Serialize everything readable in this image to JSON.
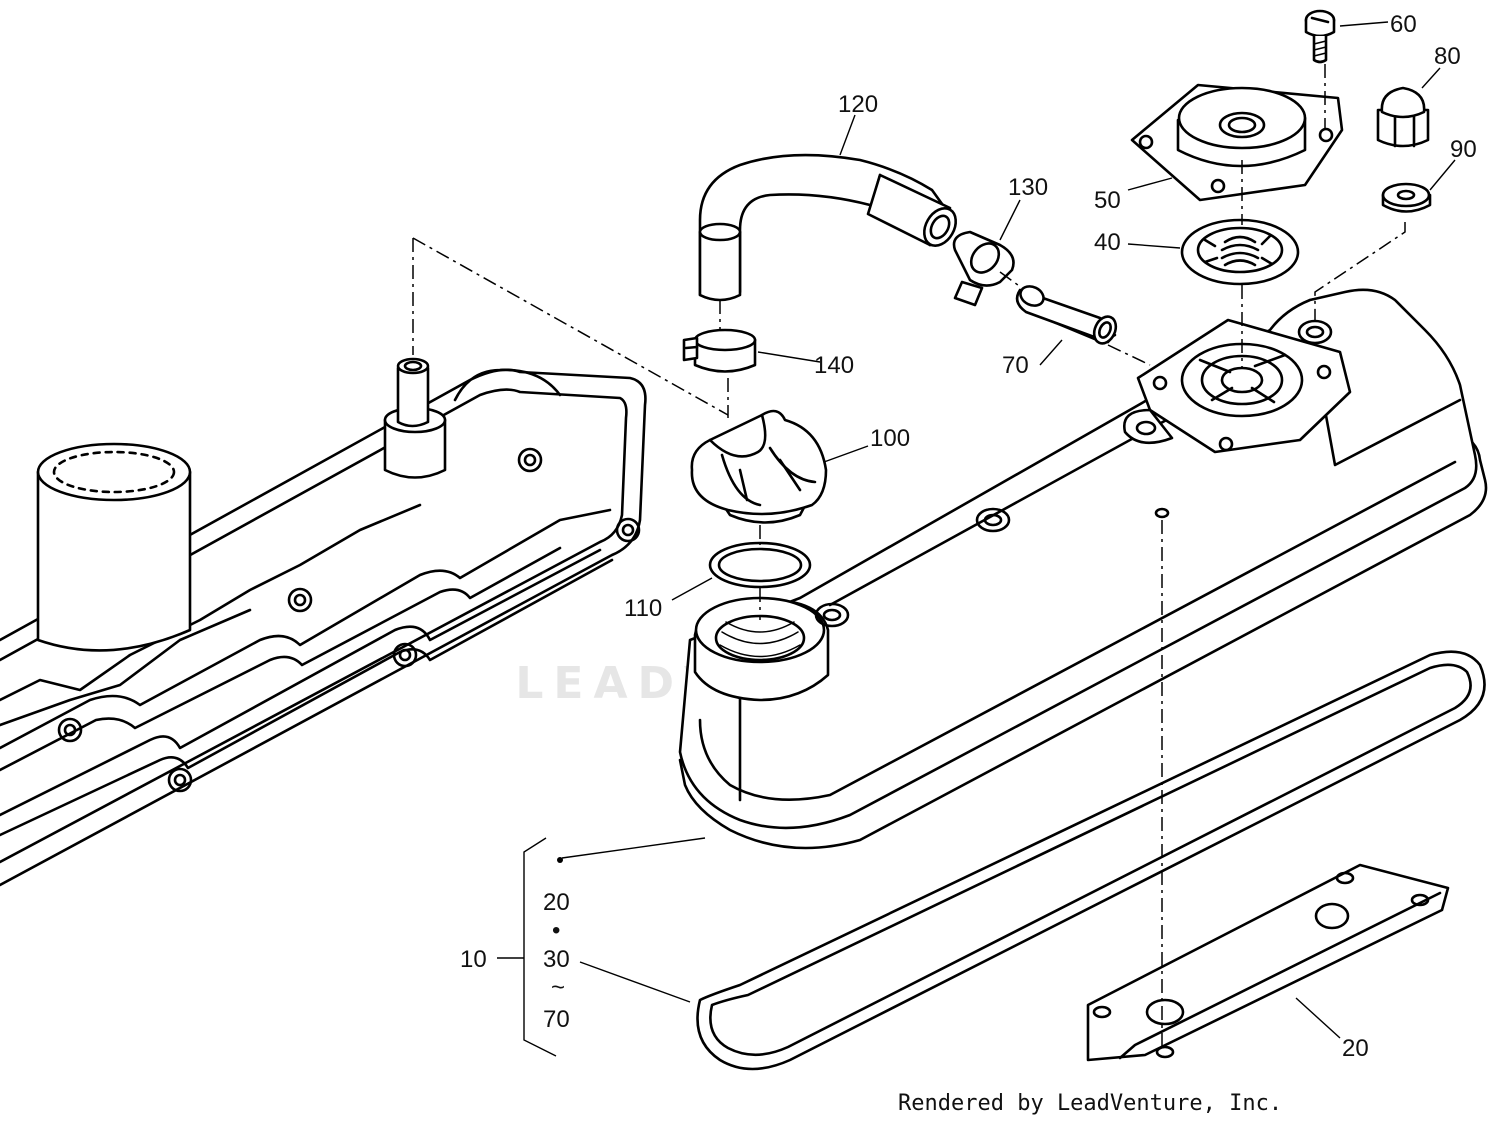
{
  "callouts": {
    "c10": "10",
    "c20a": "20",
    "c30": "30",
    "c70a": "70",
    "c20b": "20",
    "c40": "40",
    "c50": "50",
    "c60": "60",
    "c70b": "70",
    "c80": "80",
    "c90": "90",
    "c100": "100",
    "c110": "110",
    "c120": "120",
    "c130": "130",
    "c140": "140"
  },
  "bracket": {
    "bullet": "•",
    "range_mark": "~"
  },
  "watermark": "LEADVENTURE",
  "credit": "Rendered by LeadVenture, Inc."
}
